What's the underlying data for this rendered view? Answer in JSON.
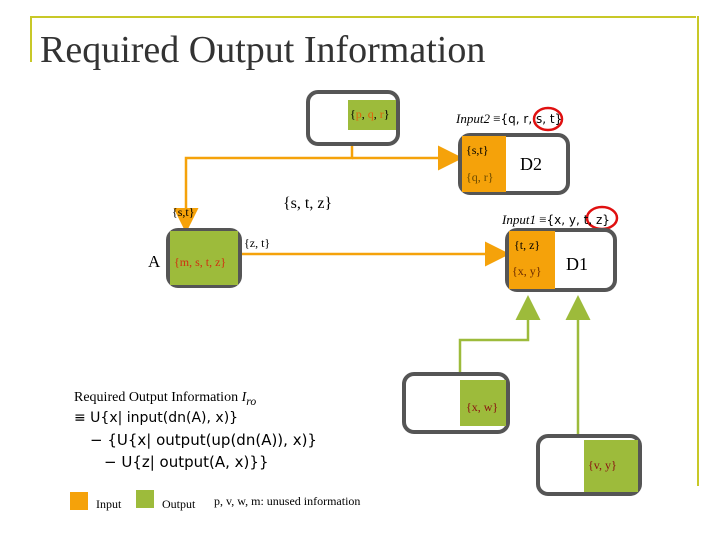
{
  "title": "Required Output Information",
  "top_box": {
    "set_p": "p",
    "set_sep1": ", ",
    "set_q": "q",
    "set_sep2": ", ",
    "set_r": "r",
    "open": "{",
    "close": "}"
  },
  "input2": {
    "label": "Input2",
    "equiv": "≡",
    "set": "{q, r, s, t}"
  },
  "d2": {
    "label": "D2",
    "st": "{s,t}",
    "qr": "{q, r}"
  },
  "input1": {
    "label": "Input1",
    "equiv": "≡",
    "set": "{x, y, t, z}"
  },
  "d1": {
    "label": "D1",
    "tz": "{t, z}",
    "xy": "{x, y}"
  },
  "a_node": {
    "label": "A",
    "set": "{m, s, t, z}",
    "above": "{s,t}"
  },
  "edge_stz": "{s, t, z}",
  "edge_zt": "{z, t}",
  "xw_box": {
    "set": "{x, w}"
  },
  "vy_box": {
    "set": "{v, y}"
  },
  "formula": {
    "line1_prefix": "Required Output Information ",
    "line1_sym": "I",
    "line1_sub": "ro",
    "line2": "≡ U{x| input(dn(A), x)}",
    "line3": "− {U{x| output(up(dn(A)), x)}",
    "line4": "− U{z| output(A, x)}}"
  },
  "legend": {
    "input": "Input",
    "output": "Output",
    "note": "p, v, w, m: unused information"
  },
  "colors": {
    "input": "#f5a20a",
    "output": "#9dbb3b",
    "accent": "#c8c828",
    "highlight": "#e01010"
  }
}
